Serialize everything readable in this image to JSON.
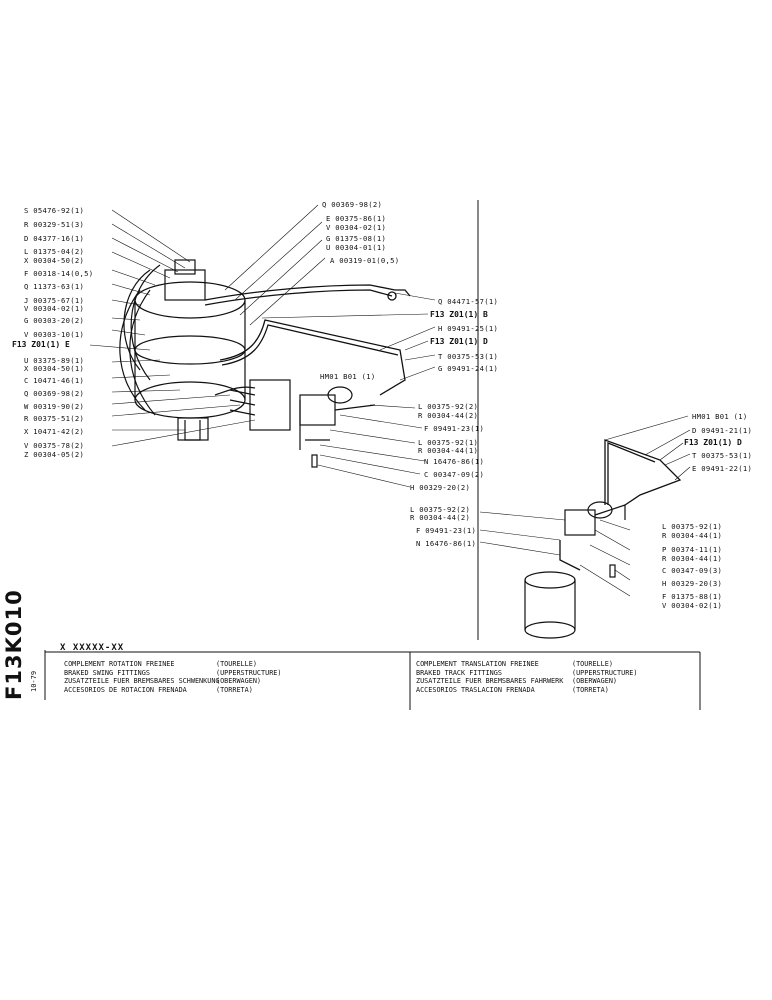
{
  "sheet": {
    "code": "F13K010",
    "date": "10-79",
    "part_number": "X XXXXX-XX"
  },
  "left_assembly": {
    "labels_left": [
      "S 05476-92(1)",
      "R 00329-51(3)",
      "D 04377-16(1)",
      "L 01375-04(2)",
      "X 00304-50(2)",
      "F 00318-14(0,5)",
      "Q 11373-63(1)",
      "J 00375-67(1)",
      "V 00304-02(1)",
      "G 00303-20(2)",
      "V 00303-10(1)",
      "F13 Z01(1) E",
      "U 03375-89(1)",
      "X 00304-50(1)",
      "C 10471-46(1)",
      "Q 00369-98(2)",
      "W 00319-90(2)",
      "R 00375-51(2)",
      "X 10471-42(2)",
      "V 00375-78(2)",
      "Z 00304-05(2)"
    ],
    "labels_right": [
      "Q 00369-98(2)",
      "E 00375-86(1)",
      "V 00304-02(1)",
      "G 01375-08(1)",
      "U 00304-01(1)",
      "A 00319-01(0,5)",
      "Q 04471-57(1)",
      "F13 Z01(1) B",
      "H 09491-25(1)",
      "F13 Z01(1) D",
      "T 00375-53(1)",
      "G 09491-24(1)",
      "HM01 B01 (1)",
      "L 00375-92(2)",
      "R 00304-44(2)",
      "F 09491-23(1)",
      "L 00375-92(1)",
      "R 00304-44(1)",
      "N 16476-86(1)",
      "C 00347-09(2)",
      "H 00329-20(2)"
    ],
    "title_fr": "COMPLEMENT ROTATION FREINEE",
    "title_en": "BRAKED SWING FITTINGS",
    "title_de": "ZUSATZTEILE FUER BREMSBARES SCHWENKUNG",
    "title_es": "ACCESORIOS DE ROTACION FRENADA",
    "sub_fr": "(TOURELLE)",
    "sub_en": "(UPPERSTRUCTURE)",
    "sub_de": "(OBERWAGEN)",
    "sub_es": "(TORRETA)"
  },
  "right_assembly": {
    "labels_right": [
      "HM01 B01 (1)",
      "D 09491-21(1)",
      "F13 Z01(1) D",
      "T 00375-53(1)",
      "E 09491-22(1)",
      "L 00375-92(1)",
      "R 00304-44(1)",
      "P 00374-11(1)",
      "R 00304-44(1)",
      "C 00347-09(3)",
      "H 00329-20(3)",
      "F 01375-88(1)",
      "V 00304-02(1)"
    ],
    "labels_left": [
      "L 00375-92(2)",
      "R 00304-44(2)",
      "F 09491-23(1)",
      "N 16476-86(1)"
    ],
    "title_fr": "COMPLEMENT TRANSLATION FREINEE",
    "title_en": "BRAKED TRACK FITTINGS",
    "title_de": "ZUSATZTEILE FUER BREMSBARES FAHRWERK",
    "title_es": "ACCESORIOS TRASLACION FRENADA",
    "sub_fr": "(TOURELLE)",
    "sub_en": "(UPPERSTRUCTURE)",
    "sub_de": "(OBERWAGEN)",
    "sub_es": "(TORRETA)"
  }
}
